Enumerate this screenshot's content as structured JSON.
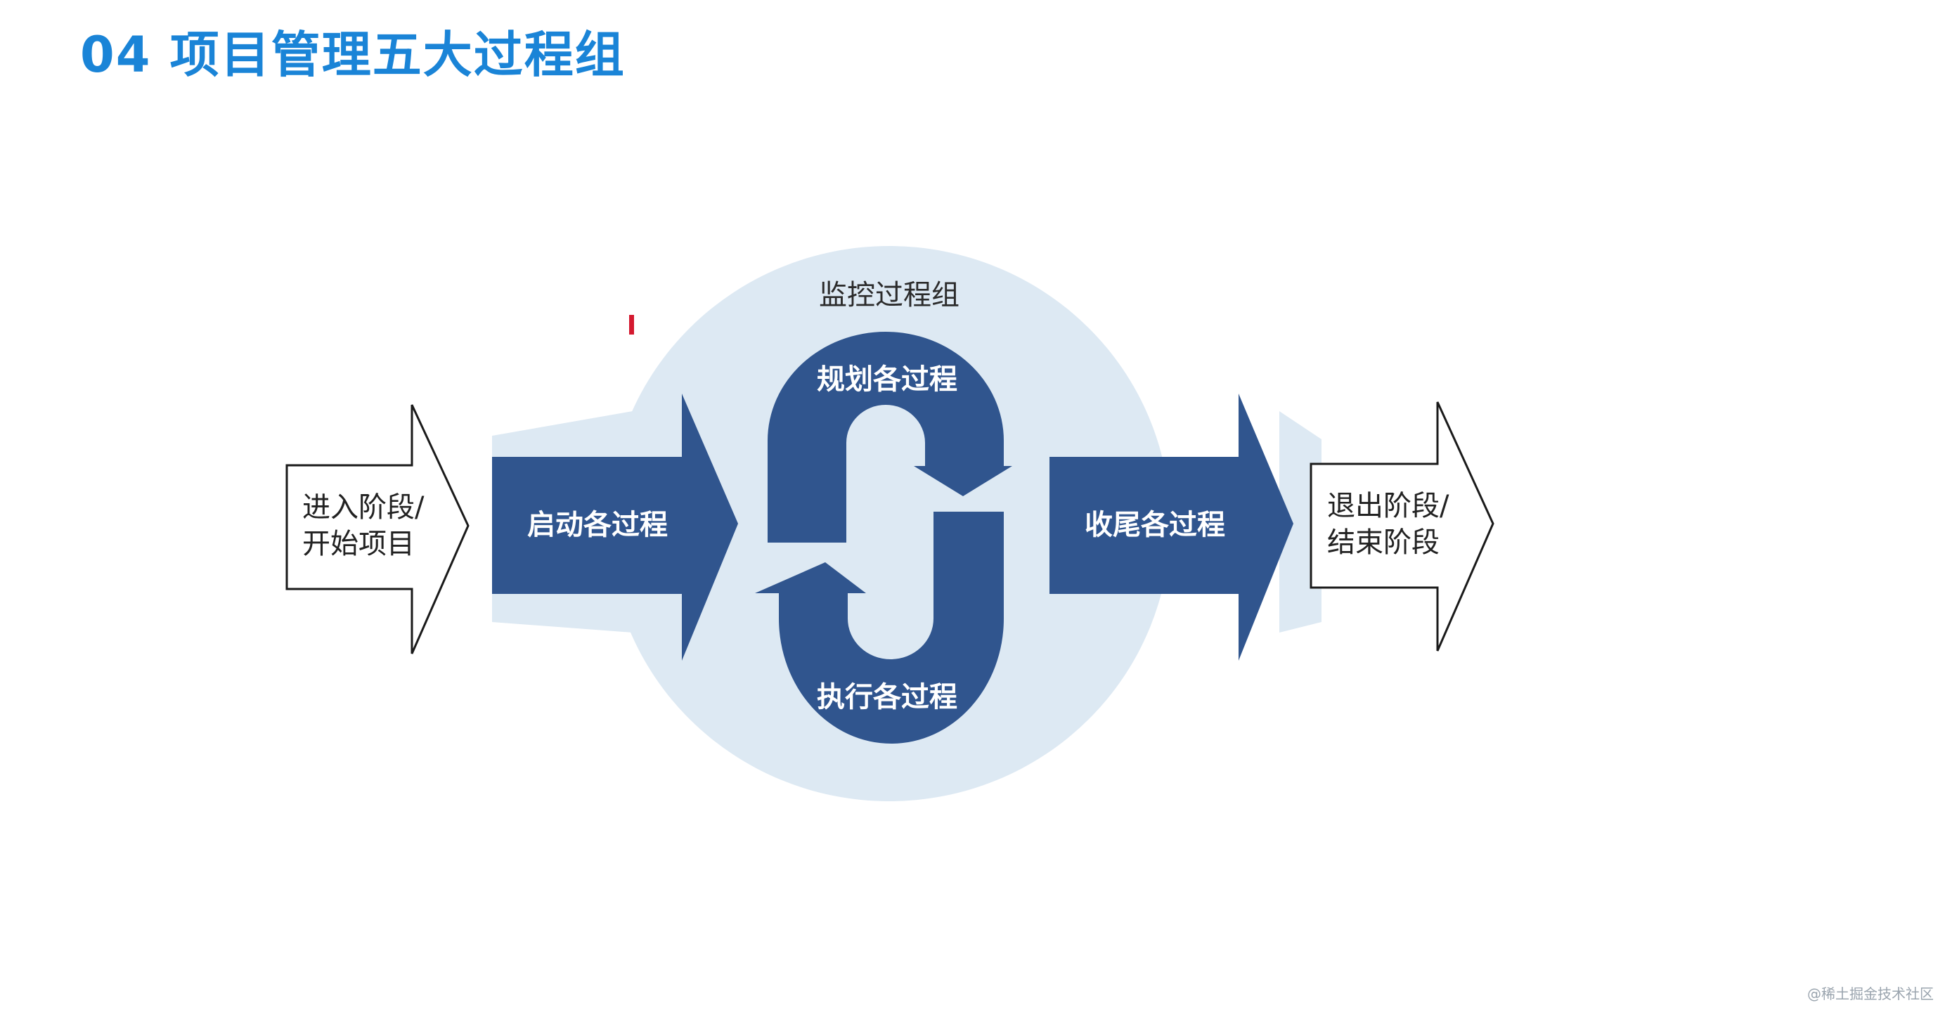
{
  "slide": {
    "title": "04 项目管理五大过程组"
  },
  "diagram": {
    "monitor_group": "监控过程组",
    "enter_stage": [
      "进入阶段/",
      "开始项目"
    ],
    "initiating": "启动各过程",
    "planning": "规划各过程",
    "executing": "执行各过程",
    "closing": "收尾各过程",
    "exit_stage": [
      "退出阶段/",
      "结束阶段"
    ]
  },
  "watermark": "@稀土掘金技术社区",
  "colors": {
    "title": "#1a84d7",
    "arrow_fill": "#30558e",
    "circle_fill": "#dde9f3",
    "outline_stroke": "#1a1a1a",
    "cursor_mark": "#d4192f"
  }
}
